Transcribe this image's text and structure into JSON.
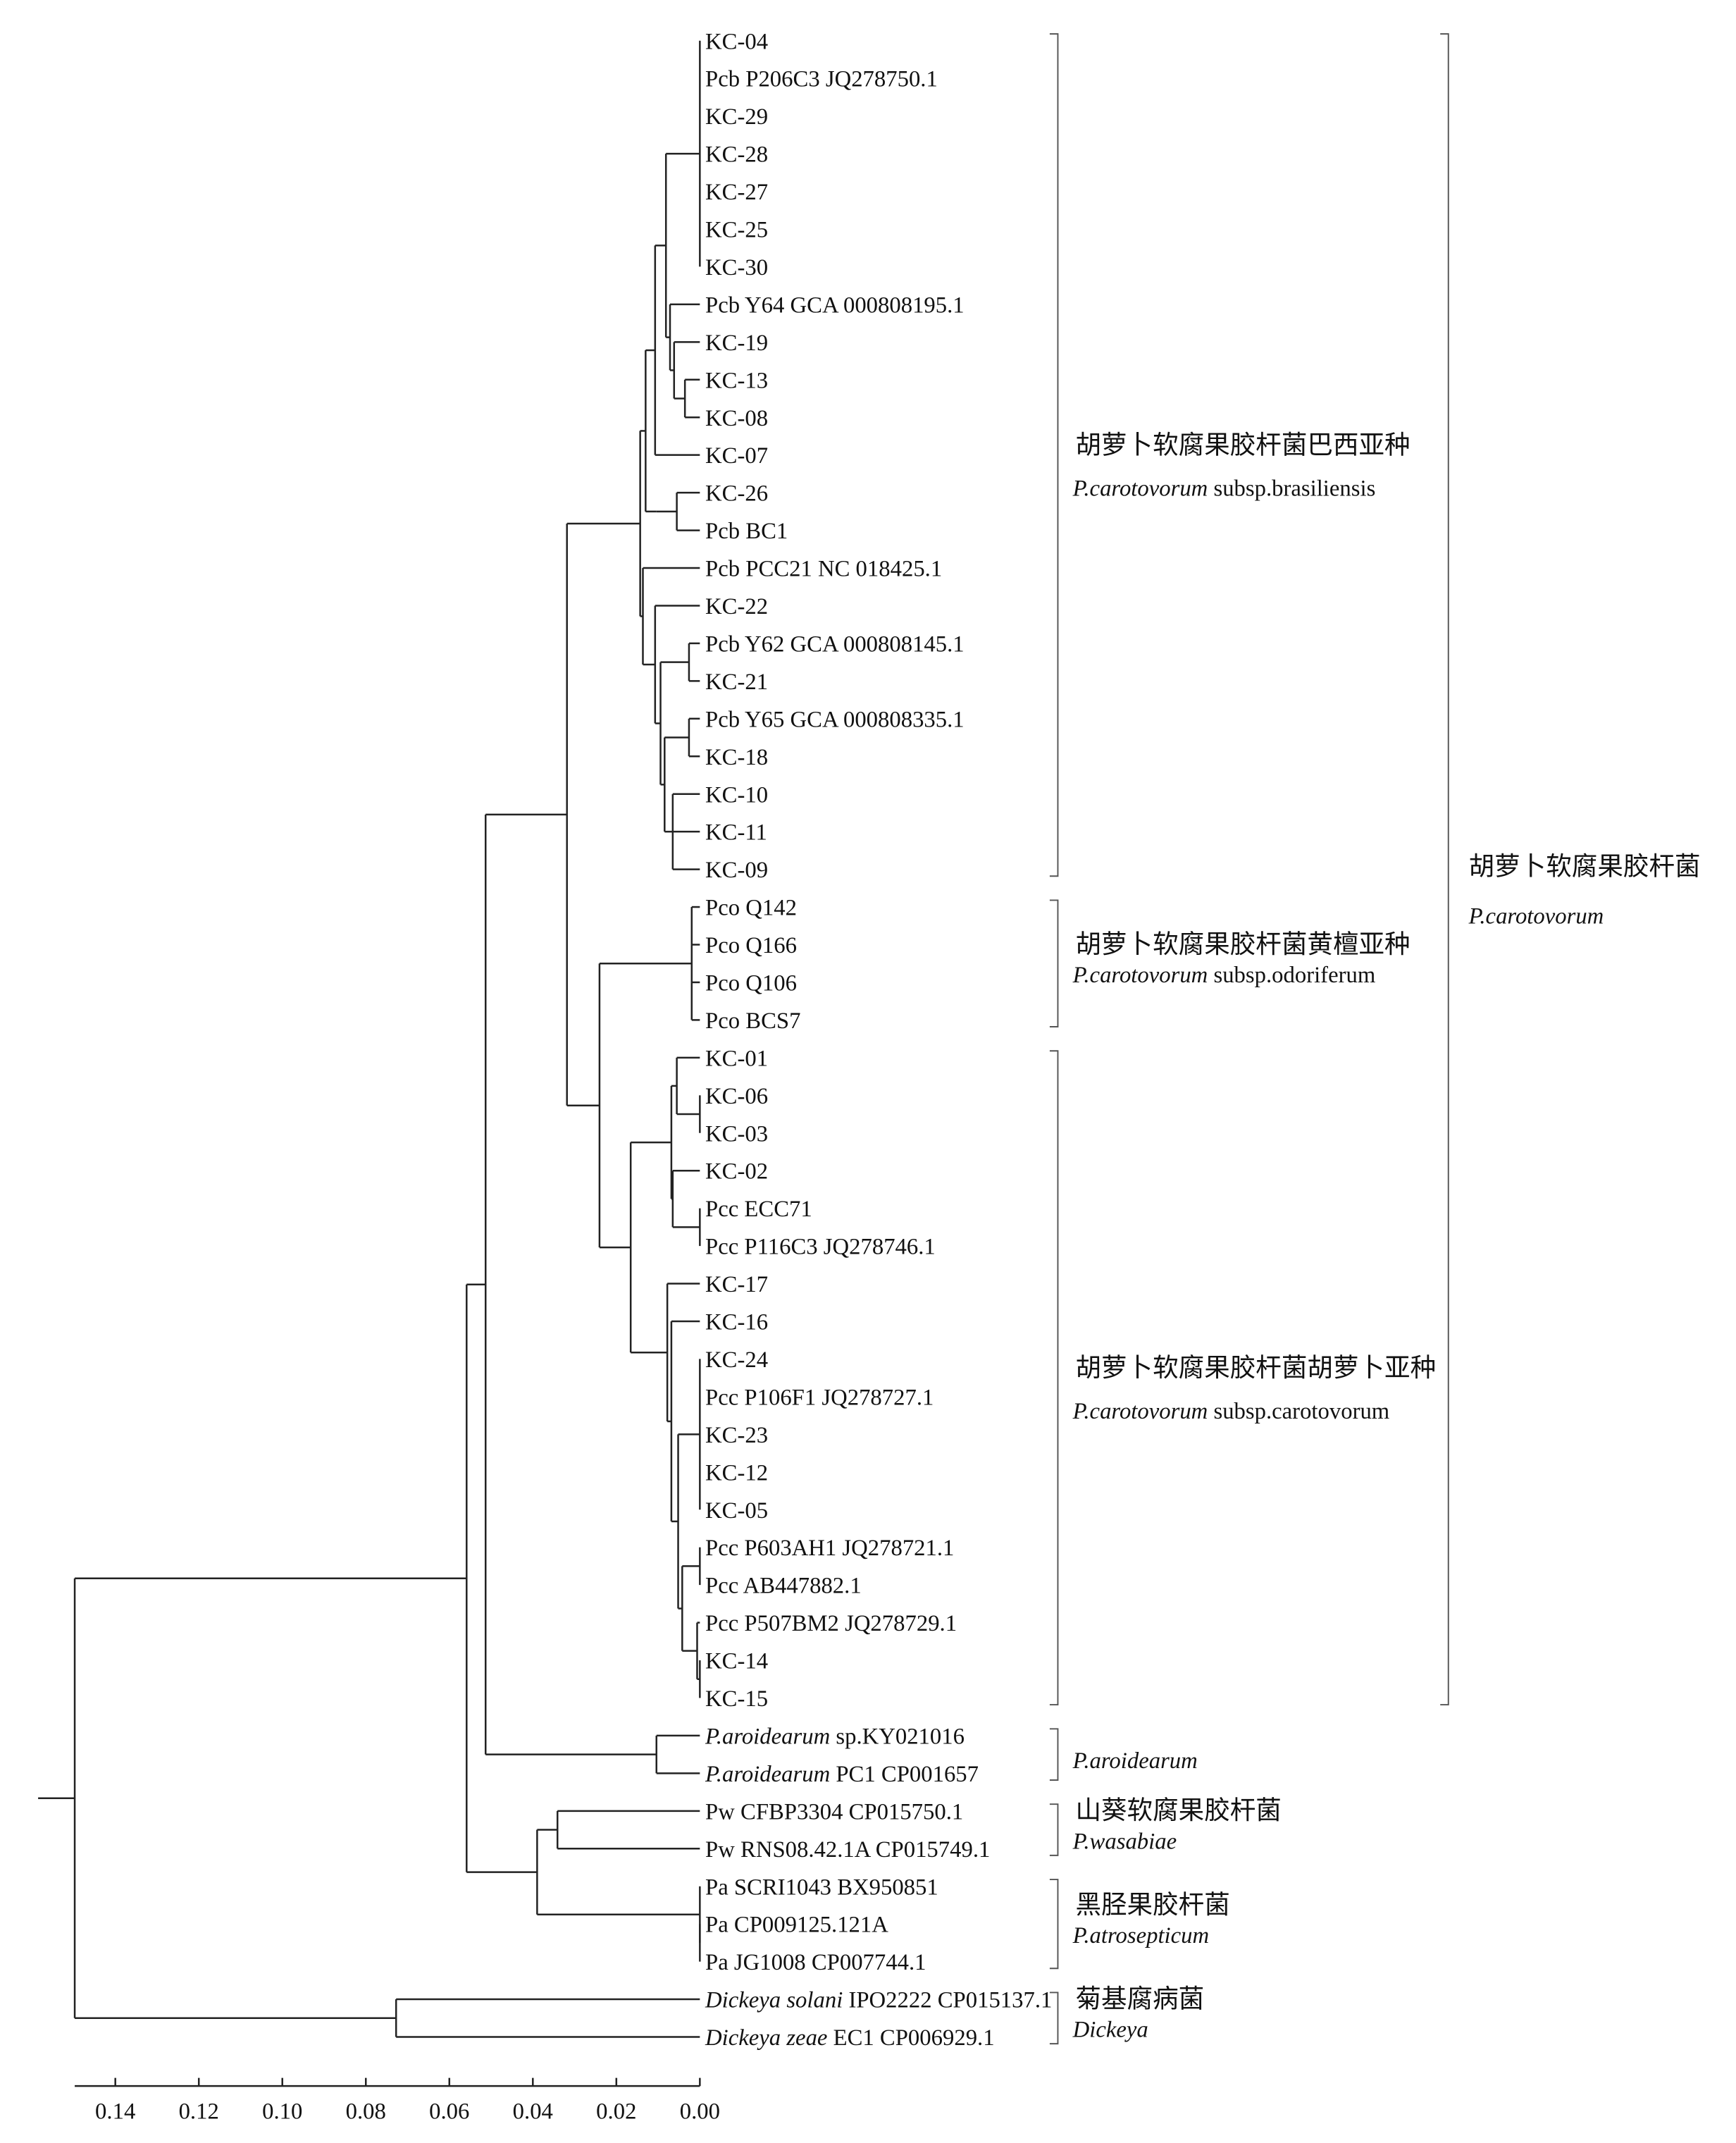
{
  "leaves": [
    {
      "it": "",
      "text": "KC-04"
    },
    {
      "it": "",
      "text": "Pcb P206C3 JQ278750.1"
    },
    {
      "it": "",
      "text": "KC-29"
    },
    {
      "it": "",
      "text": "KC-28"
    },
    {
      "it": "",
      "text": "KC-27"
    },
    {
      "it": "",
      "text": "KC-25"
    },
    {
      "it": "",
      "text": "KC-30"
    },
    {
      "it": "",
      "text": "Pcb Y64 GCA 000808195.1"
    },
    {
      "it": "",
      "text": "KC-19"
    },
    {
      "it": "",
      "text": "KC-13"
    },
    {
      "it": "",
      "text": "KC-08"
    },
    {
      "it": "",
      "text": "KC-07"
    },
    {
      "it": "",
      "text": "KC-26"
    },
    {
      "it": "",
      "text": "Pcb BC1"
    },
    {
      "it": "",
      "text": "Pcb PCC21 NC 018425.1"
    },
    {
      "it": "",
      "text": "KC-22"
    },
    {
      "it": "",
      "text": "Pcb Y62 GCA 000808145.1"
    },
    {
      "it": "",
      "text": "KC-21"
    },
    {
      "it": "",
      "text": "Pcb Y65 GCA 000808335.1"
    },
    {
      "it": "",
      "text": "KC-18"
    },
    {
      "it": "",
      "text": "KC-10"
    },
    {
      "it": "",
      "text": "KC-11"
    },
    {
      "it": "",
      "text": "KC-09"
    },
    {
      "it": "",
      "text": "Pco Q142"
    },
    {
      "it": "",
      "text": "Pco Q166"
    },
    {
      "it": "",
      "text": "Pco Q106"
    },
    {
      "it": "",
      "text": "Pco BCS7"
    },
    {
      "it": "",
      "text": "KC-01"
    },
    {
      "it": "",
      "text": "KC-06"
    },
    {
      "it": "",
      "text": "KC-03"
    },
    {
      "it": "",
      "text": "KC-02"
    },
    {
      "it": "",
      "text": "Pcc ECC71"
    },
    {
      "it": "",
      "text": "Pcc P116C3 JQ278746.1"
    },
    {
      "it": "",
      "text": "KC-17"
    },
    {
      "it": "",
      "text": "KC-16"
    },
    {
      "it": "",
      "text": "KC-24"
    },
    {
      "it": "",
      "text": "Pcc P106F1 JQ278727.1"
    },
    {
      "it": "",
      "text": "KC-23"
    },
    {
      "it": "",
      "text": "KC-12"
    },
    {
      "it": "",
      "text": "KC-05"
    },
    {
      "it": "",
      "text": "Pcc P603AH1 JQ278721.1"
    },
    {
      "it": "",
      "text": "Pcc AB447882.1"
    },
    {
      "it": "",
      "text": "Pcc P507BM2 JQ278729.1"
    },
    {
      "it": "",
      "text": "KC-14"
    },
    {
      "it": "",
      "text": "KC-15"
    },
    {
      "it": "P.aroidearum",
      "text": " sp.KY021016"
    },
    {
      "it": "P.aroidearum",
      "text": " PC1 CP001657"
    },
    {
      "it": "",
      "text": "Pw CFBP3304 CP015750.1"
    },
    {
      "it": "",
      "text": "Pw RNS08.42.1A CP015749.1"
    },
    {
      "it": "",
      "text": "Pa SCRI1043 BX950851"
    },
    {
      "it": "",
      "text": "Pa CP009125.121A"
    },
    {
      "it": "",
      "text": "Pa JG1008 CP007744.1"
    },
    {
      "it": "Dickeya solani",
      "text": " IPO2222 CP015137.1"
    },
    {
      "it": "Dickeya zeae",
      "text": " EC1 CP006929.1"
    }
  ],
  "groups": [
    {
      "from": 0,
      "to": 22,
      "cn": "胡萝卜软腐果胶杆菌巴西亚种",
      "it": "P.carotovorum",
      "rest": " subsp.brasiliensis"
    },
    {
      "from": 23,
      "to": 26,
      "cn": "胡萝卜软腐果胶杆菌黄檀亚种",
      "it": "P.carotovorum",
      "rest": " subsp.odoriferum"
    },
    {
      "from": 27,
      "to": 44,
      "cn": "胡萝卜软腐果胶杆菌胡萝卜亚种",
      "it": "P.carotovorum",
      "rest": " subsp.carotovorum"
    },
    {
      "from": 45,
      "to": 46,
      "cn": "",
      "it": "P.aroidearum",
      "rest": ""
    },
    {
      "from": 47,
      "to": 48,
      "cn": "山葵软腐果胶杆菌",
      "it": "P.wasabiae",
      "rest": ""
    },
    {
      "from": 49,
      "to": 51,
      "cn": "黑胫果胶杆菌",
      "it": "P.atrosepticum",
      "rest": ""
    },
    {
      "from": 52,
      "to": 53,
      "cn": "菊基腐病菌",
      "it": "Dickeya",
      "rest": ""
    }
  ],
  "species_group": {
    "from": 0,
    "to": 44,
    "cn": "胡萝卜软腐果胶杆菌",
    "it": "P.carotovorum"
  },
  "scale_axis": {
    "ticks": [
      "0.14",
      "0.12",
      "0.10",
      "0.08",
      "0.06",
      "0.04",
      "0.02",
      "0.00"
    ],
    "values": [
      0.14,
      0.12,
      0.1,
      0.08,
      0.06,
      0.04,
      0.02,
      0.0
    ]
  }
}
